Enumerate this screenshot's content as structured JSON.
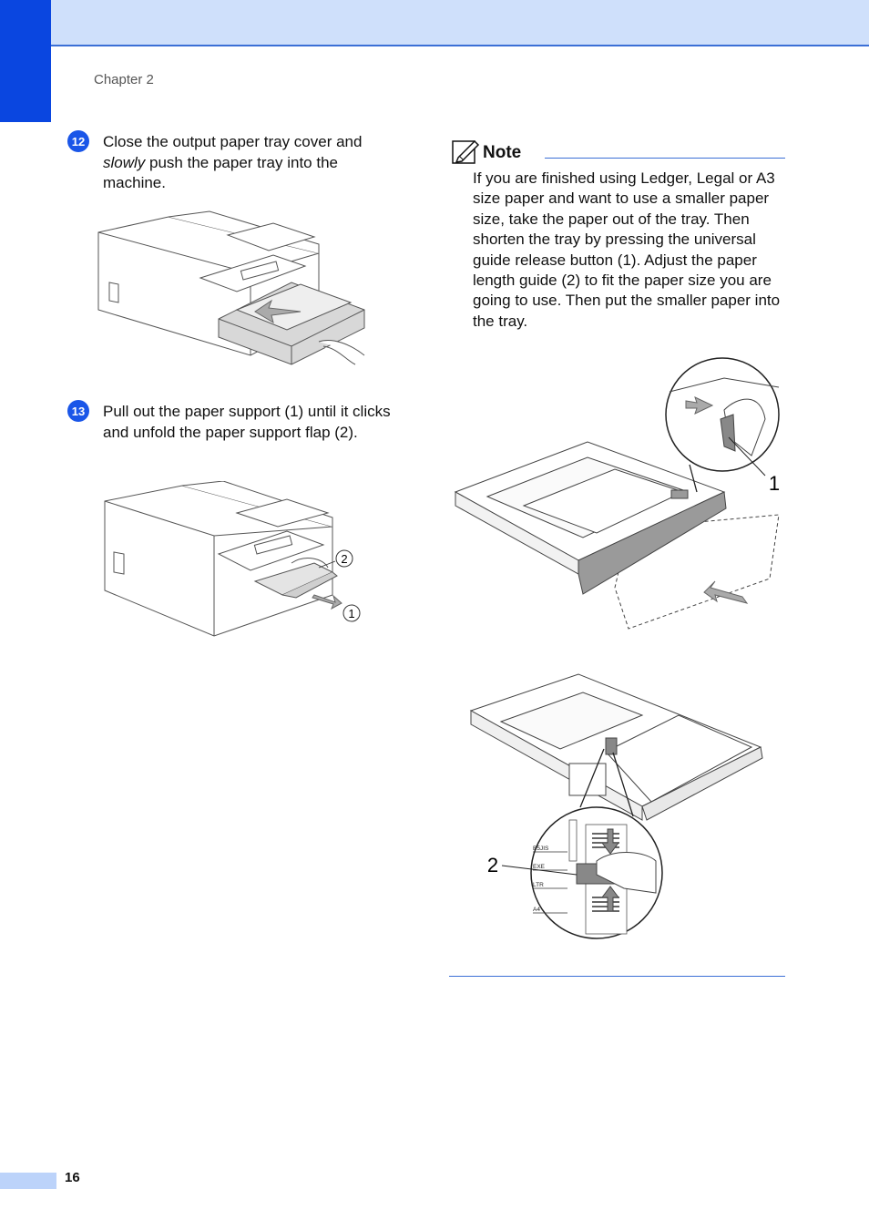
{
  "header": {
    "chapter": "Chapter 2"
  },
  "steps": [
    {
      "number": "12",
      "text_before": "Close the output paper tray cover and ",
      "emphasis": "slowly",
      "text_after": " push the paper tray into the machine."
    },
    {
      "number": "13",
      "text": "Pull out the paper support (1) until it clicks and unfold the paper support flap (2)."
    }
  ],
  "figure_labels": {
    "step13_one": "1",
    "step13_two": "2",
    "tray_one": "1",
    "tray_two": "2"
  },
  "guide_marks": [
    "B5JIS",
    "EXE",
    "LTR",
    "A4"
  ],
  "note": {
    "title": "Note",
    "text": "If you are finished using Ledger, Legal or A3 size paper and want to use a smaller paper size, take the paper out of the tray. Then shorten the tray by pressing the universal guide release button (1). Adjust the paper length guide (2) to fit the paper size you are going to use. Then put the smaller paper into the tray."
  },
  "footer": {
    "page_number": "16"
  },
  "colors": {
    "accent": "#0a46e0",
    "band": "#cfe0fb",
    "rule": "#3b6fd6",
    "page_tab": "#bcd3fa"
  }
}
